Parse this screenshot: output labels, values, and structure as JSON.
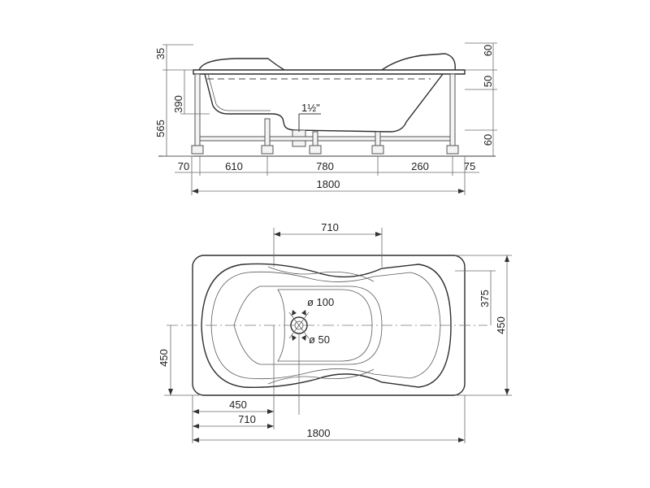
{
  "side_view": {
    "dims": {
      "rim_top": "35",
      "right_top": "60",
      "right_mid": "50",
      "right_low": "60",
      "inner_depth": "390",
      "total_height": "565",
      "foot_left": "70",
      "leg_span_1": "610",
      "leg_span_2": "780",
      "leg_span_3": "260",
      "foot_right": "75",
      "total_length": "1800",
      "drain_size": "1½\""
    }
  },
  "top_view": {
    "dims": {
      "center_span": "710",
      "half_width": "375",
      "full_width": "450",
      "left_width": "450",
      "drain_outer": "ø 100",
      "drain_inner": "ø 50",
      "bottom_1": "450",
      "bottom_2": "710",
      "total_length": "1800"
    }
  }
}
